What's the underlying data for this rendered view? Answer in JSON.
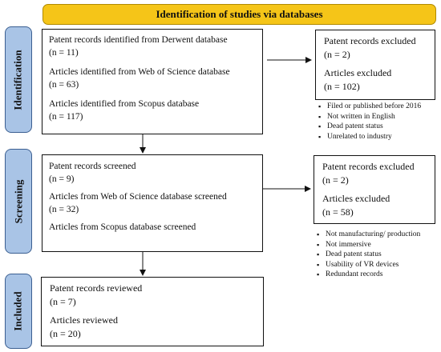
{
  "header": {
    "title": "Identification of studies via databases"
  },
  "phases": {
    "identification": "Identification",
    "screening": "Screening",
    "included": "Included"
  },
  "identification_box": {
    "lines": [
      "Patent records identified from Derwent database",
      "(n = 11)",
      "Articles identified from Web of Science database",
      "(n = 63)",
      "Articles identified from Scopus database",
      "(n = 117)"
    ]
  },
  "identification_excluded": {
    "lines": [
      "Patent records excluded",
      "(n = 2)",
      "Articles excluded",
      "(n = 102)"
    ],
    "reasons": [
      "Filed or published before 2016",
      "Not written in English",
      "Dead patent status",
      "Unrelated to industry"
    ]
  },
  "screening_box": {
    "lines": [
      "Patent records screened",
      "(n = 9)",
      "Articles from Web of Science database screened",
      "(n = 32)",
      "Articles from Scopus database screened"
    ]
  },
  "screening_excluded": {
    "lines": [
      "Patent records excluded",
      "(n = 2)",
      "Articles excluded",
      "(n = 58)"
    ],
    "reasons": [
      "Not manufacturing/ production",
      "Not immersive",
      "Dead patent status",
      "Usability of VR devices",
      "Redundant records"
    ]
  },
  "included_box": {
    "lines": [
      "Patent records reviewed",
      "(n = 7)",
      "Articles reviewed",
      "(n = 20)"
    ]
  }
}
